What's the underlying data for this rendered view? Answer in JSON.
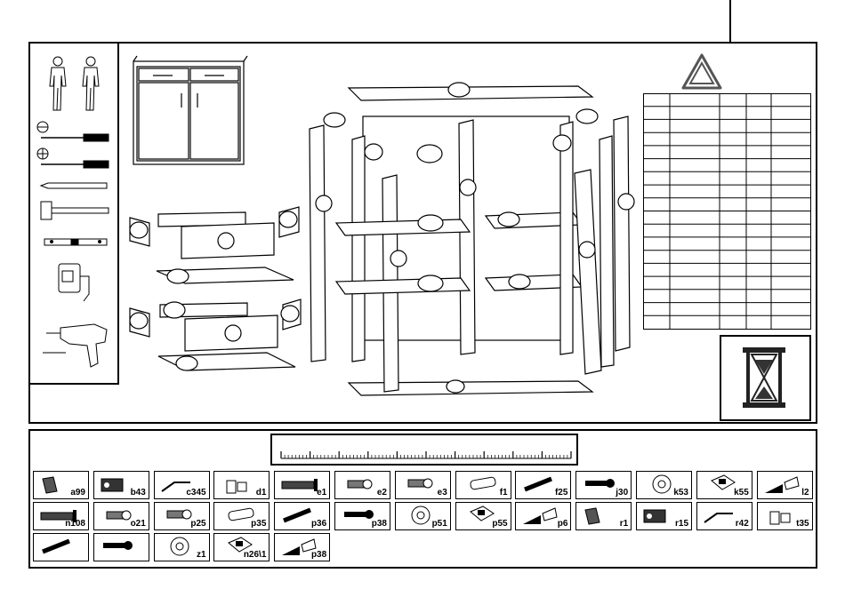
{
  "document": {
    "type": "assembly-instructions",
    "tools": [
      "two-persons-icon",
      "flathead-screwdriver-icon",
      "phillips-screwdriver-icon",
      "pencil-icon",
      "mallet-icon",
      "spirit-level-icon",
      "tape-measure-icon",
      "power-drill-icon"
    ],
    "warning_icon": "triangle-warning-icon",
    "hourglass_icon": "hourglass-icon",
    "table": {
      "rows": 18,
      "columns": 5
    }
  },
  "parts": {
    "row1": [
      "a99",
      "b43",
      "c345",
      "d1",
      "e1",
      "e2",
      "e3",
      "f1",
      "f25",
      "j30",
      "k53",
      "k55",
      "l2"
    ],
    "row2": [
      "n108",
      "o21",
      "p25",
      "p35",
      "p36",
      "p38",
      "p51",
      "p55",
      "p6",
      "r1",
      "r15",
      "r42",
      "t35"
    ],
    "row3": [
      "",
      "",
      "z1",
      "n26\\1",
      "p38"
    ]
  },
  "colors": {
    "ink": "#000000",
    "paper": "#ffffff",
    "shade": "#dddddd"
  }
}
